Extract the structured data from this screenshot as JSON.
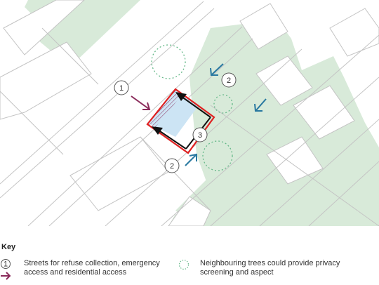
{
  "map": {
    "markers": [
      {
        "label": "1"
      },
      {
        "label": "2"
      },
      {
        "label": "2"
      },
      {
        "label": "3"
      }
    ],
    "colors": {
      "green_space": "#d8ead9",
      "tree_outline": "#67b98a",
      "refuse_arrow": "#8a2a5a",
      "aspect_arrow": "#2878a0",
      "site_outline": "#e02020",
      "route_line": "#111111",
      "hatch_fill": "#cce4f4"
    }
  },
  "key": {
    "title": "Key",
    "items": [
      {
        "symbol_label": "1",
        "icon": "marker-arrow-icon",
        "text": "Streets for refuse collection, emergency access and residential access"
      },
      {
        "icon": "dotted-circle-icon",
        "text": "Neighbouring trees could provide privacy screening and aspect"
      }
    ]
  }
}
